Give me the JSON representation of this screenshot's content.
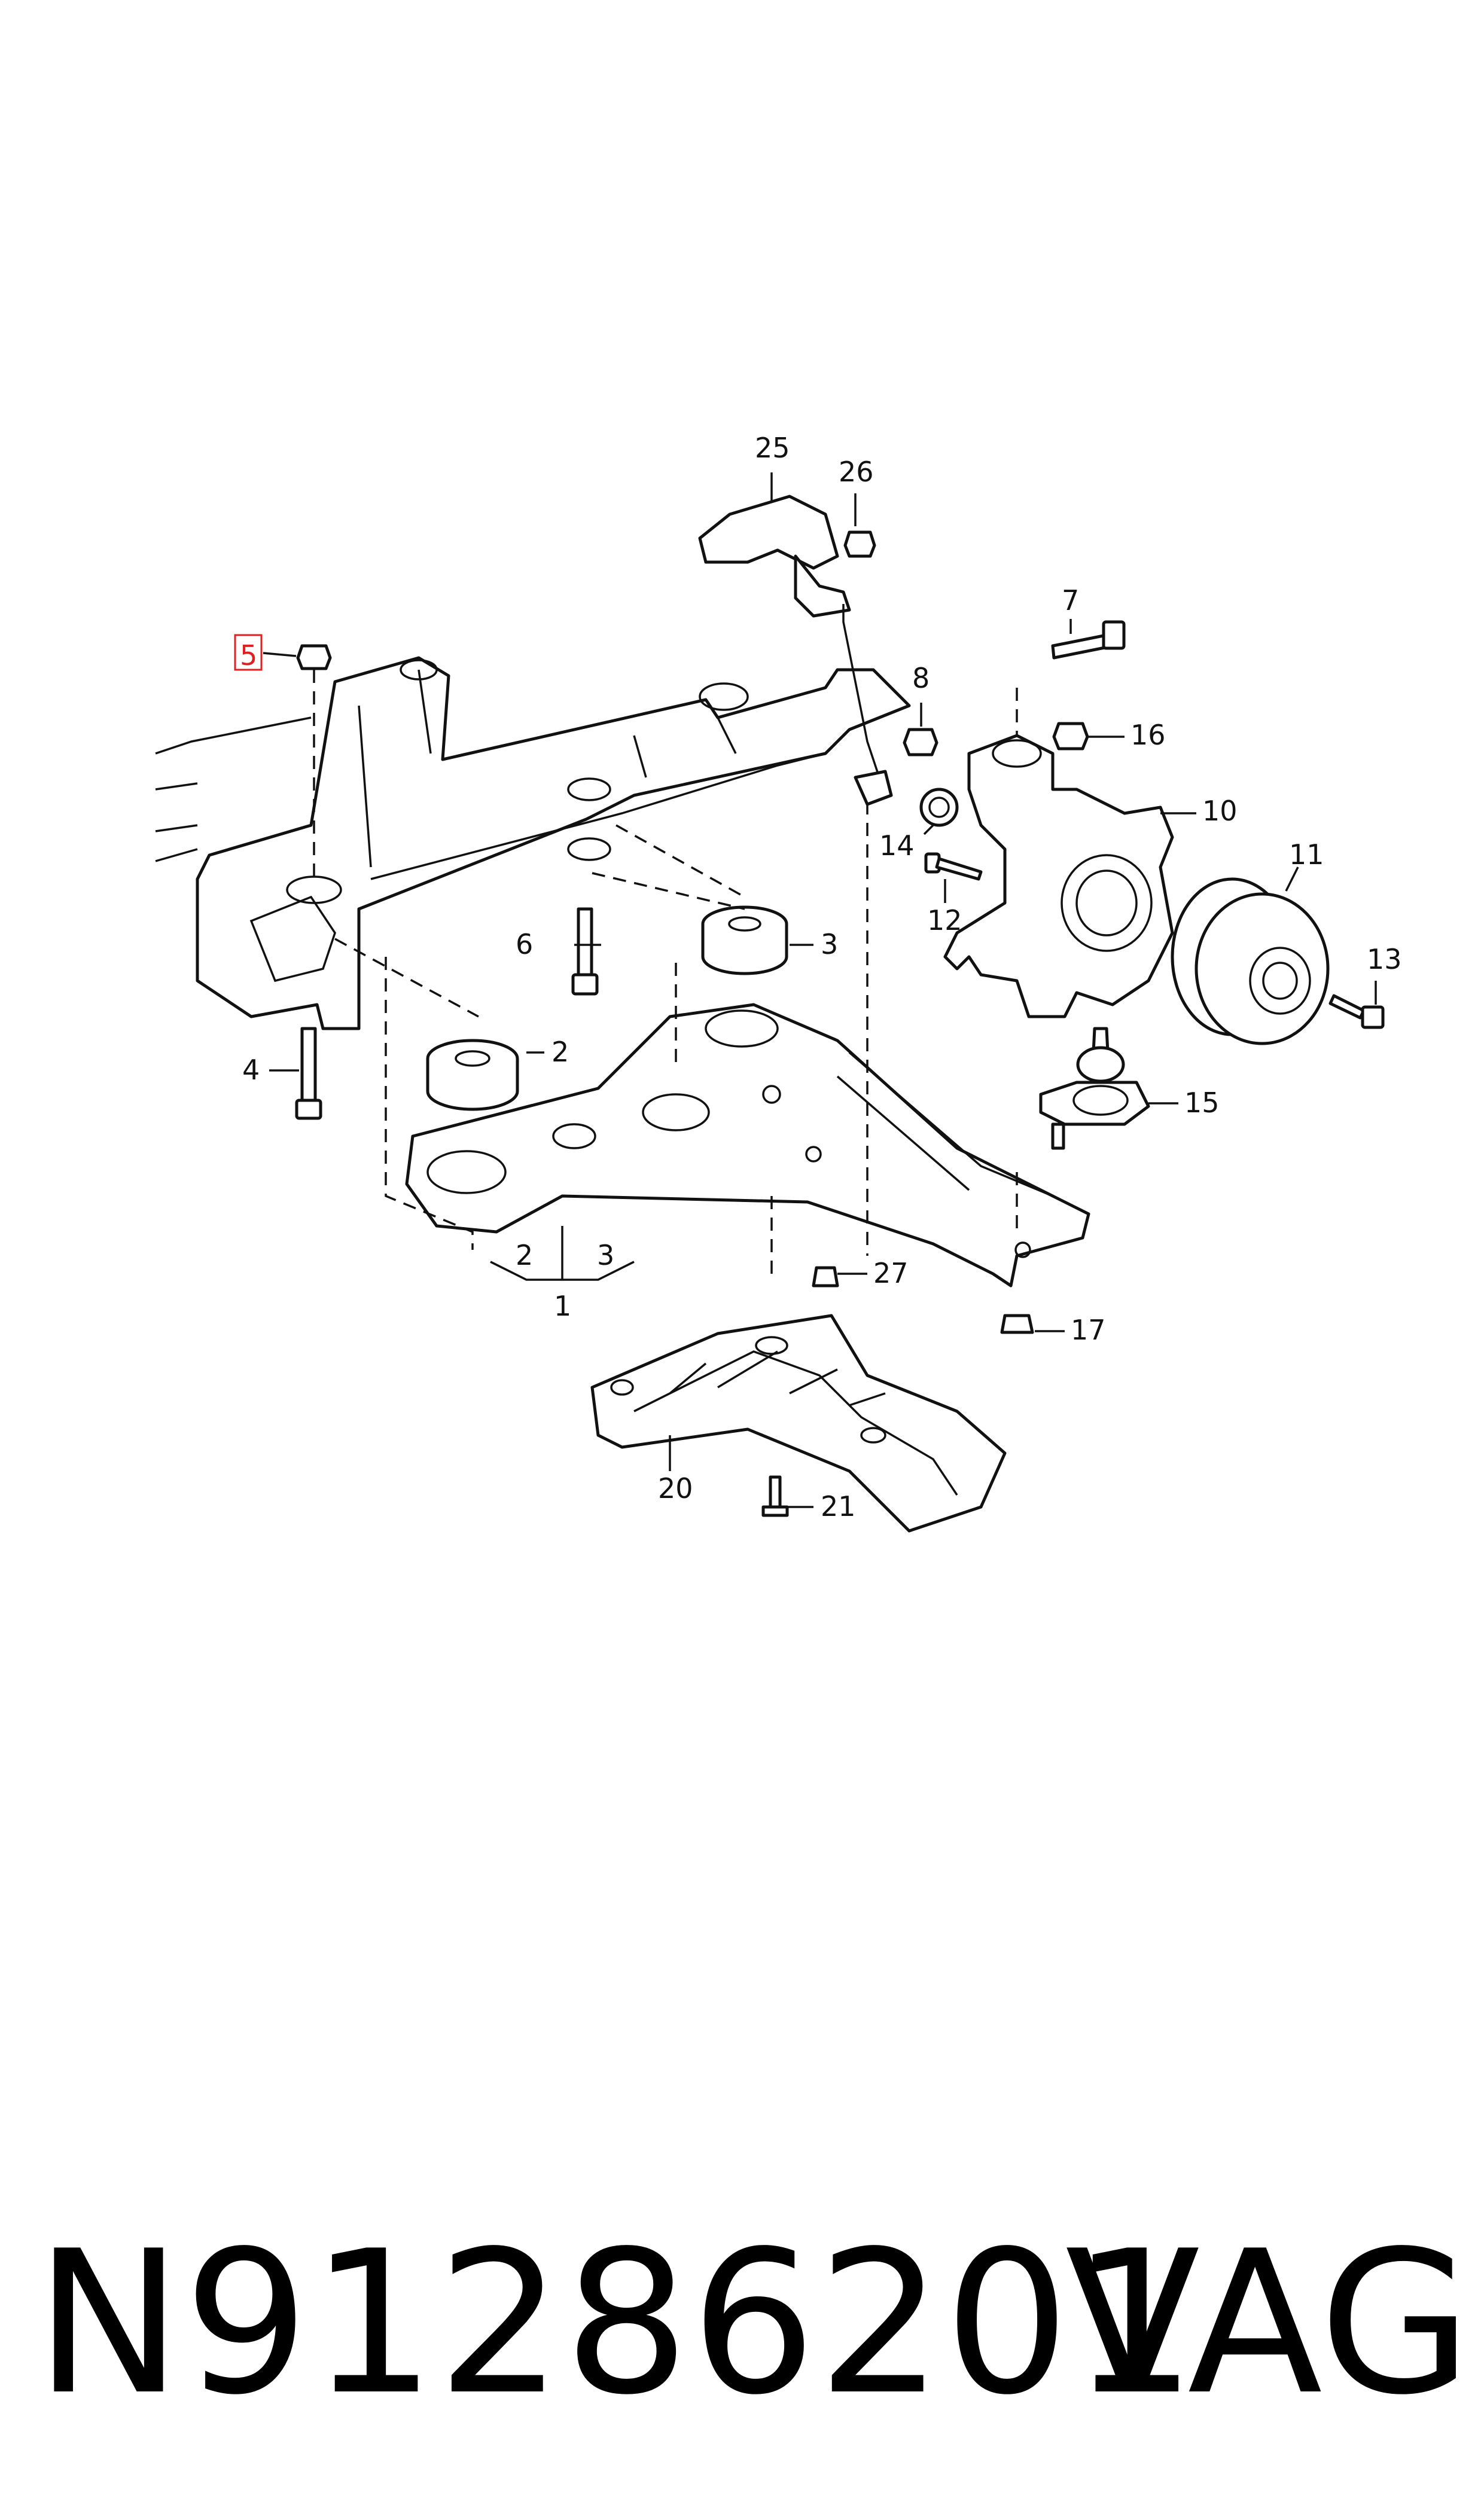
{
  "diagram": {
    "callouts": [
      "1",
      "2",
      "3",
      "4",
      "5",
      "6",
      "7",
      "8",
      "10",
      "11",
      "12",
      "13",
      "14",
      "15",
      "16",
      "17",
      "20",
      "21",
      "25",
      "26",
      "27"
    ],
    "group_labels": {
      "left": "2",
      "right": "3",
      "bottom": "1"
    },
    "highlighted_callout": "5",
    "highlight_color": "#e02020",
    "line_color": "#111111"
  },
  "footer": {
    "part_number": "N91286201",
    "brand": "VAG"
  }
}
